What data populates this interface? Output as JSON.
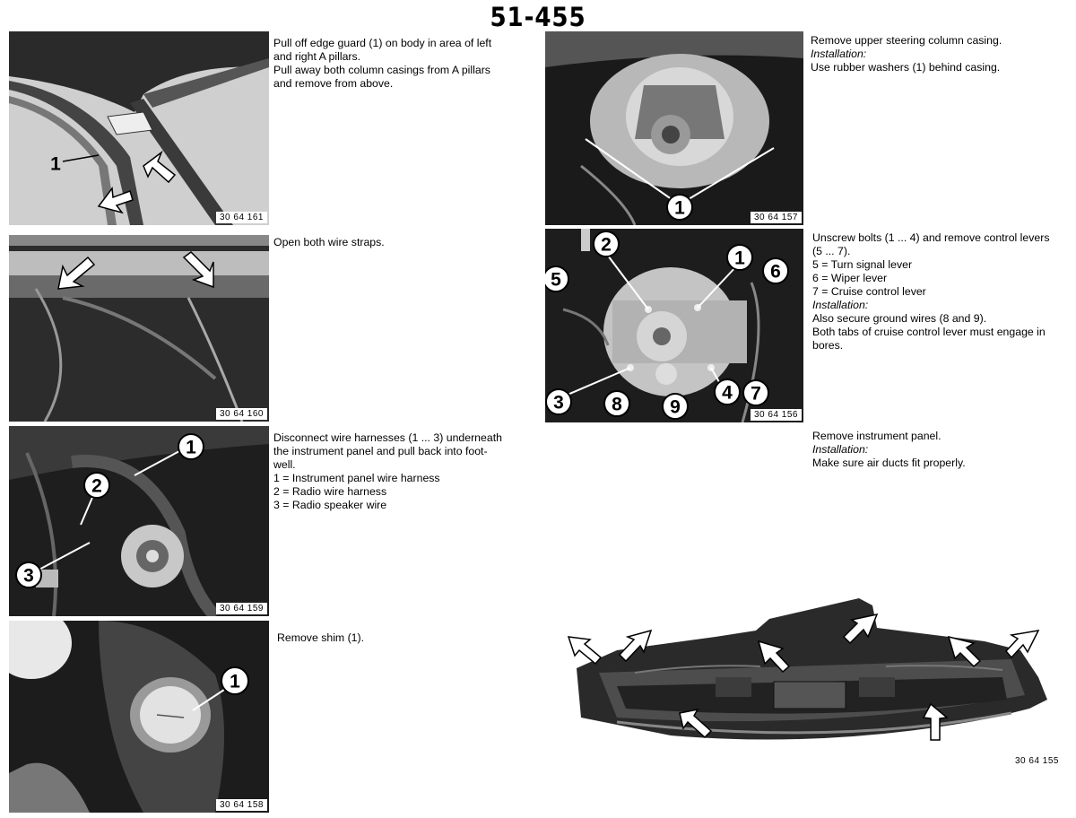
{
  "page_number": "51-455",
  "figures": {
    "f161": {
      "number": "30 64 161",
      "callouts": [
        "1"
      ],
      "lines": [
        "Pull off edge guard (1) on body in area of left",
        "and right A pillars.",
        "Pull away both column casings from A pillars",
        "and remove from above."
      ]
    },
    "f160": {
      "number": "30 64 160",
      "lines": [
        "Open both wire straps."
      ]
    },
    "f159": {
      "number": "30 64 159",
      "callouts": [
        "1",
        "2",
        "3"
      ],
      "lines": [
        "Disconnect wire harnesses (1 ... 3) underneath",
        "the instrument panel and pull back into foot-",
        "well.",
        "1 = Instrument panel wire harness",
        "2 = Radio wire harness",
        "3 = Radio speaker wire"
      ]
    },
    "f158": {
      "number": "30 64 158",
      "callouts": [
        "1"
      ],
      "lines": [
        "Remove shim (1)."
      ]
    },
    "f157": {
      "number": "30 64 157",
      "callouts": [
        "1"
      ],
      "lines": [
        "Remove upper steering column casing."
      ],
      "installation_label": "Installation:",
      "installation_lines": [
        "Use rubber washers (1) behind casing."
      ]
    },
    "f156": {
      "number": "30 64 156",
      "callouts": [
        "1",
        "2",
        "3",
        "4",
        "5",
        "6",
        "7",
        "8",
        "9"
      ],
      "lines": [
        "Unscrew bolts (1 ... 4) and remove control levers",
        "(5 ... 7).",
        "5 = Turn signal lever",
        "6 = Wiper lever",
        "7 = Cruise control lever"
      ],
      "installation_label": "Installation:",
      "installation_lines": [
        "Also secure ground wires (8 and 9).",
        "Both tabs of cruise control lever must engage in",
        "bores."
      ]
    },
    "f155": {
      "number": "30 64 155",
      "lines": [
        "Remove instrument panel."
      ],
      "installation_label": "Installation:",
      "installation_lines": [
        "Make sure air ducts fit properly."
      ]
    }
  }
}
